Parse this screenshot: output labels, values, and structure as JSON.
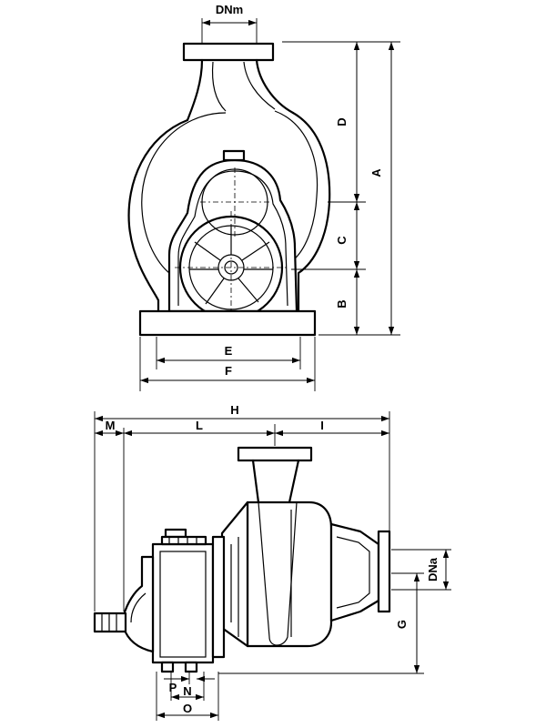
{
  "front_view": {
    "dimensions": {
      "DNm": "DNm",
      "A": "A",
      "B": "B",
      "C": "C",
      "D": "D",
      "E": "E",
      "F": "F"
    }
  },
  "side_view": {
    "dimensions": {
      "H": "H",
      "M": "M",
      "L": "L",
      "I": "I",
      "G": "G",
      "DNa": "DNa",
      "P": "P",
      "N": "N",
      "O": "O"
    }
  }
}
